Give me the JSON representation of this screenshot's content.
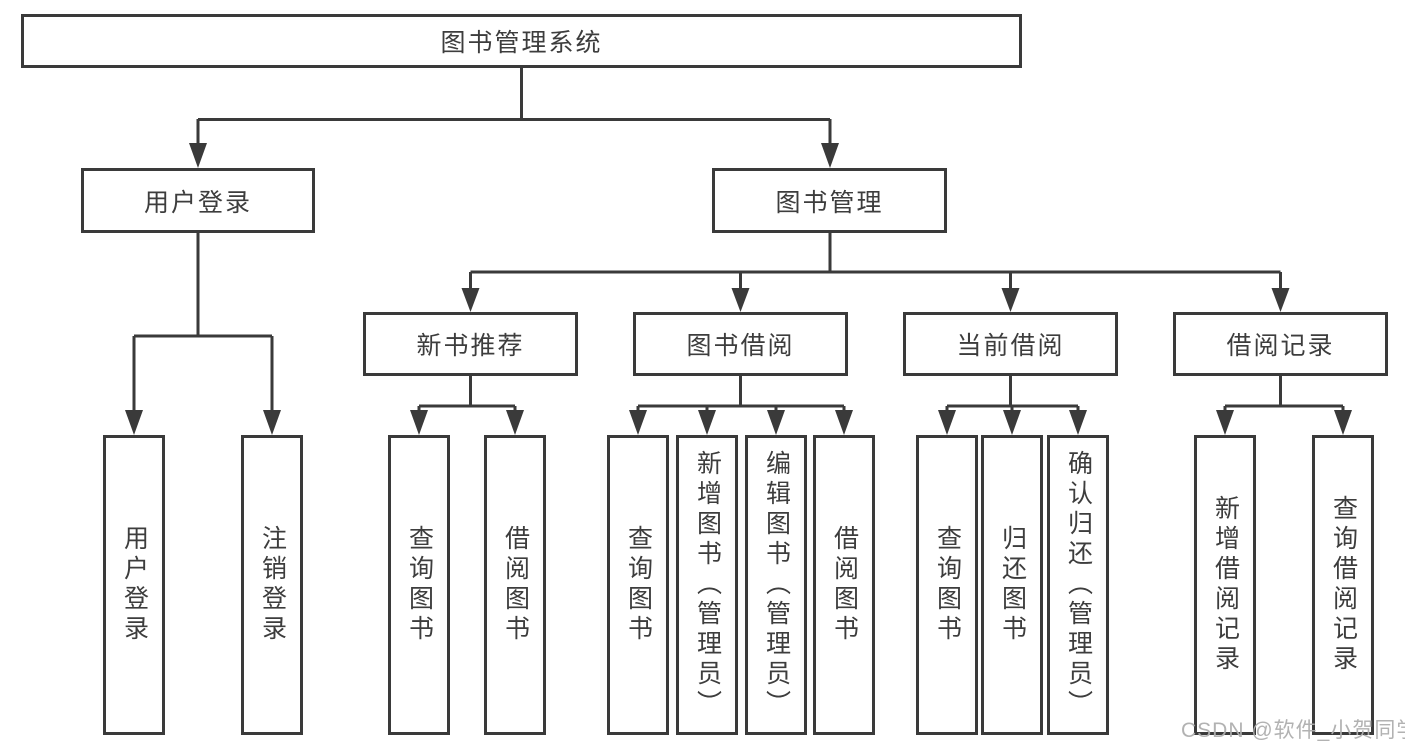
{
  "diagram": {
    "root": {
      "label": "图书管理系统"
    },
    "level2": [
      {
        "label": "用户登录",
        "children": [
          {
            "label": "用户登录"
          },
          {
            "label": "注销登录"
          }
        ]
      },
      {
        "label": "图书管理",
        "children": [
          {
            "label": "新书推荐",
            "children": [
              {
                "label": "查询图书"
              },
              {
                "label": "借阅图书"
              }
            ]
          },
          {
            "label": "图书借阅",
            "children": [
              {
                "label": "查询图书"
              },
              {
                "label": "新增图书（管理员）"
              },
              {
                "label": "编辑图书（管理员）"
              },
              {
                "label": "借阅图书"
              }
            ]
          },
          {
            "label": "当前借阅",
            "children": [
              {
                "label": "查询图书"
              },
              {
                "label": "归还图书"
              },
              {
                "label": "确认归还（管理员）"
              }
            ]
          },
          {
            "label": "借阅记录",
            "children": [
              {
                "label": "新增借阅记录"
              },
              {
                "label": "查询借阅记录"
              }
            ]
          }
        ]
      }
    ]
  },
  "watermark": {
    "text": "CSDN @软件_小贺同学"
  },
  "colors": {
    "line": "#3a3a3a",
    "text": "#3d3d3d",
    "background": "#ffffff",
    "watermark": "#aeaeae"
  }
}
